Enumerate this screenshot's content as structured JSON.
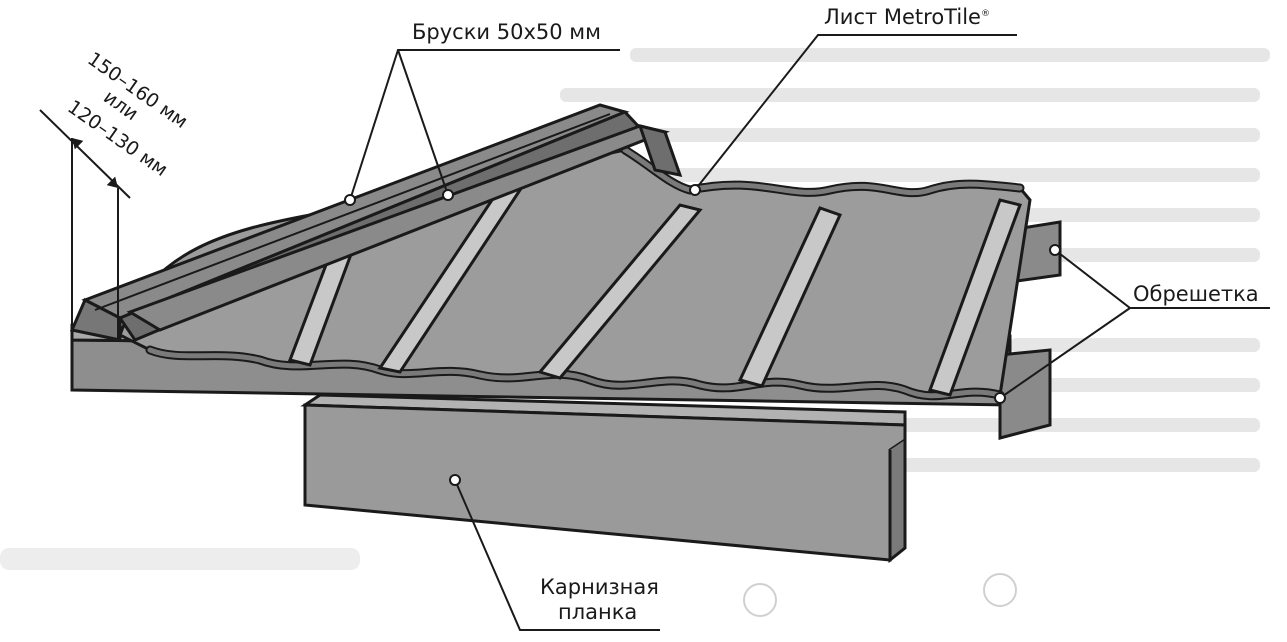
{
  "labels": {
    "battens": "Бруски 50х50 мм",
    "sheet": "Лист MetroTile",
    "sheet_mark": "®",
    "lathing": "Обрешетка",
    "eaves_line1": "Карнизная",
    "eaves_line2": "планка"
  },
  "dimensions": {
    "line1": "150–160 мм",
    "line2": "или",
    "line3": "120–130 мм"
  },
  "colors": {
    "roof_fill": "#9a9a9a",
    "roof_dark": "#6e6e6e",
    "outline": "#1a1a1a",
    "ghost": "#d6d6d6"
  }
}
